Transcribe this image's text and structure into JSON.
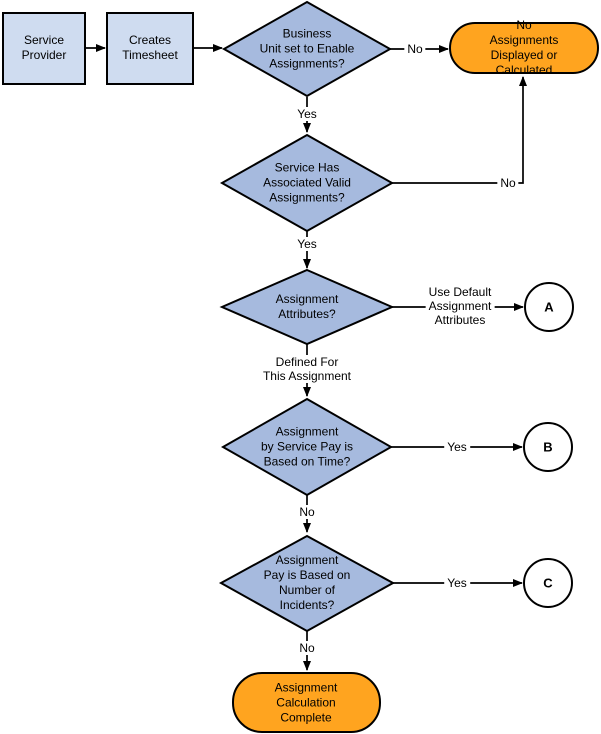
{
  "colors": {
    "process_fill": "#cfdcf0",
    "decision_fill": "#a6bade",
    "terminal_fill": "#ffa41f",
    "connector_fill": "#ffffff",
    "stroke": "#000000"
  },
  "nodes": {
    "service_provider": "Service\nProvider",
    "creates_timesheet": "Creates\nTimesheet",
    "business_unit_decision": "Business\nUnit set to Enable\nAssignments?",
    "no_assignments_terminal": "No Assignments\nDisplayed or Calculated",
    "valid_assignments_decision": "Service Has\nAssociated Valid\nAssignments?",
    "assignment_attributes_decision": "Assignment\nAttributes?",
    "connector_a": "A",
    "pay_based_on_time_decision": "Assignment\nby Service Pay is\nBased on Time?",
    "connector_b": "B",
    "pay_based_on_incidents_decision": "Assignment\nPay is Based on\nNumber of\nIncidents?",
    "connector_c": "C",
    "calculation_complete_terminal": "Assignment\nCalculation\nComplete"
  },
  "edge_labels": {
    "business_unit_no": "No",
    "business_unit_yes": "Yes",
    "valid_assignments_no": "No",
    "valid_assignments_yes": "Yes",
    "use_default_attributes": "Use Default\nAssignment\nAttributes",
    "defined_for_assignment": "Defined For\nThis Assignment",
    "time_yes": "Yes",
    "time_no": "No",
    "incidents_yes": "Yes",
    "incidents_no": "No"
  }
}
